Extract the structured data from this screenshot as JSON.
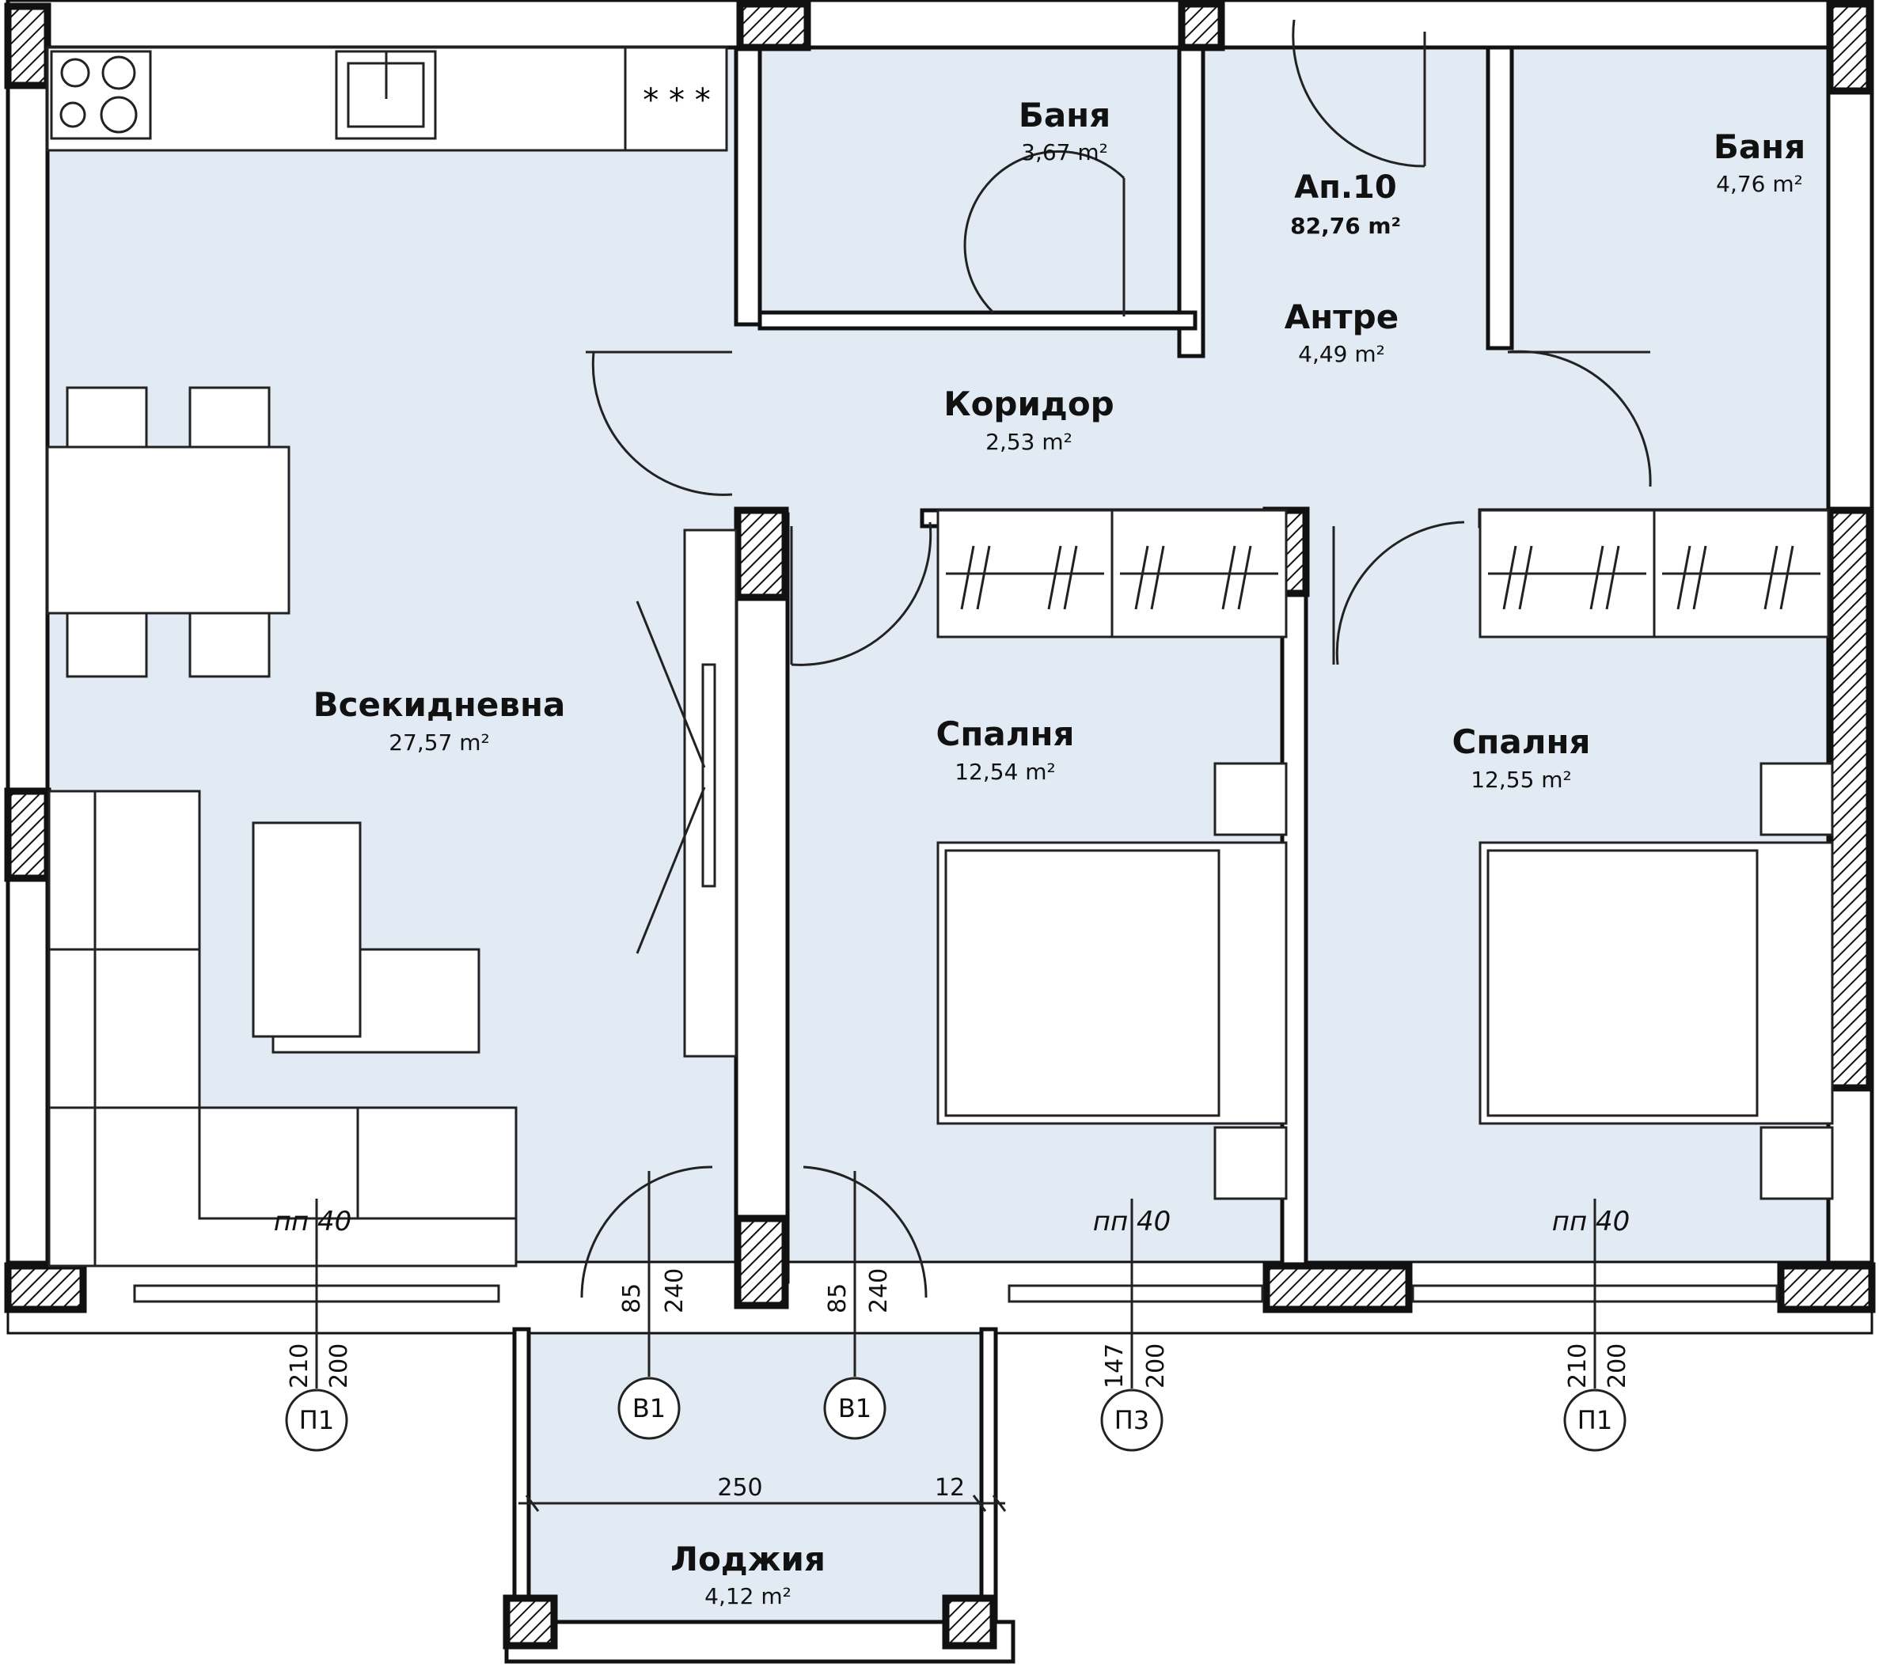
{
  "floor_color": "#e2ebf4",
  "apartment": {
    "name": "Ап.10",
    "area": "82,76 m²"
  },
  "rooms": {
    "living": {
      "name": "Всекидневна",
      "area": "27,57 m²"
    },
    "bath1": {
      "name": "Баня",
      "area": "3,67 m²"
    },
    "bath2": {
      "name": "Баня",
      "area": "4,76 m²"
    },
    "entry": {
      "name": "Антре",
      "area": "4,49 m²"
    },
    "corridor": {
      "name": "Коридор",
      "area": "2,53 m²"
    },
    "bedroom1": {
      "name": "Спалня",
      "area": "12,54 m²"
    },
    "bedroom2": {
      "name": "Спалня",
      "area": "12,55 m²"
    },
    "loggia": {
      "name": "Лоджия",
      "area": "4,12 m²"
    }
  },
  "openings": [
    {
      "id": "p1_left",
      "tag": "П1",
      "width": "210",
      "height": "200",
      "sill": "пп 40"
    },
    {
      "id": "b1_left",
      "tag": "В1",
      "width": "85",
      "height": "240"
    },
    {
      "id": "b1_right",
      "tag": "В1",
      "width": "85",
      "height": "240"
    },
    {
      "id": "p3",
      "tag": "П3",
      "width": "147",
      "height": "200",
      "sill": "пп 40"
    },
    {
      "id": "p1_right",
      "tag": "П1",
      "width": "210",
      "height": "200",
      "sill": "пп 40"
    }
  ],
  "loggia_dims": {
    "length": "250",
    "extra": "12"
  }
}
